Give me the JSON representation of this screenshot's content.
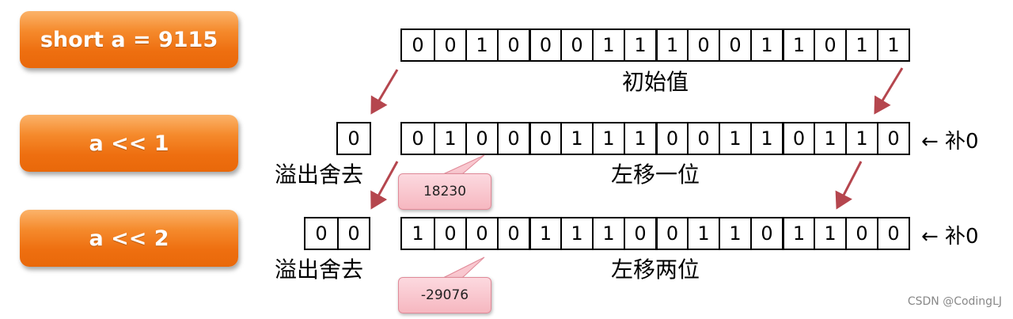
{
  "rows": {
    "initial": {
      "label": "short a = 9115",
      "bits": [
        "0",
        "0",
        "1",
        "0",
        "0",
        "0",
        "1",
        "1",
        "1",
        "0",
        "0",
        "1",
        "1",
        "0",
        "1",
        "1"
      ],
      "caption": "初始值"
    },
    "shift1": {
      "label": "a << 1",
      "bits": [
        "0",
        "1",
        "0",
        "0",
        "0",
        "1",
        "1",
        "1",
        "0",
        "0",
        "1",
        "1",
        "0",
        "1",
        "1",
        "0"
      ],
      "overflow": [
        "0"
      ],
      "overflow_caption": "溢出舍去",
      "caption": "左移一位",
      "pad_label": "← 补0",
      "callout": "18230"
    },
    "shift2": {
      "label": "a << 2",
      "bits": [
        "1",
        "0",
        "0",
        "0",
        "1",
        "1",
        "1",
        "0",
        "0",
        "1",
        "1",
        "0",
        "1",
        "1",
        "0",
        "0"
      ],
      "overflow": [
        "0",
        "0"
      ],
      "overflow_caption": "溢出舍去",
      "caption": "左移两位",
      "pad_label": "← 补0",
      "callout": "-29076"
    }
  },
  "watermark": "CSDN @CodingLJ",
  "colors": {
    "arrow": "#b5464e",
    "label_bg": "#ee6f10",
    "callout_bg": "#f6b7c0"
  }
}
